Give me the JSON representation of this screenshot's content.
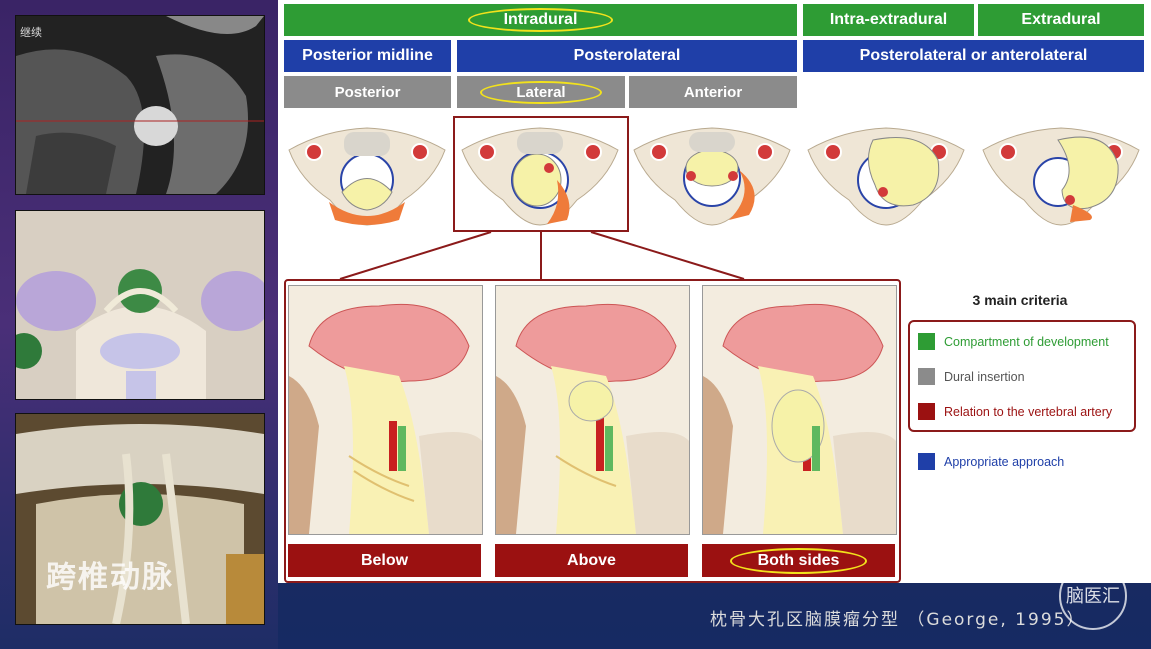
{
  "left_panel": {
    "mri_label": "继续",
    "watermark_text": "跨椎动脉"
  },
  "header_row1": {
    "intradural": "Intradural",
    "intra_extradural": "Intra-extradural",
    "extradural": "Extradural"
  },
  "header_row2": {
    "posterior_midline": "Posterior midline",
    "posterolateral": "Posterolateral",
    "posterolateral_or_anterolateral": "Posterolateral or anterolateral"
  },
  "header_row3": {
    "posterior": "Posterior",
    "lateral": "Lateral",
    "anterior": "Anterior"
  },
  "relation_buttons": {
    "below": "Below",
    "above": "Above",
    "both_sides": "Both sides"
  },
  "criteria": {
    "title": "3 main criteria",
    "items": [
      {
        "label": "Compartment of development",
        "color": "#2e9c34"
      },
      {
        "label": "Dural insertion",
        "color": "#8b8b8b"
      },
      {
        "label": "Relation to the vertebral artery",
        "color": "#9b1111"
      },
      {
        "label": "Appropriate approach",
        "color": "#1f3fa8"
      }
    ]
  },
  "footer": {
    "caption": "枕骨大孔区脑膜瘤分型 （George, 1995）",
    "logo_text": "脑医汇"
  },
  "colors": {
    "green": "#2e9c34",
    "blue": "#1f3fa8",
    "gray": "#8b8b8b",
    "red": "#9b1111",
    "highlight_oval": "#f2e21c"
  }
}
